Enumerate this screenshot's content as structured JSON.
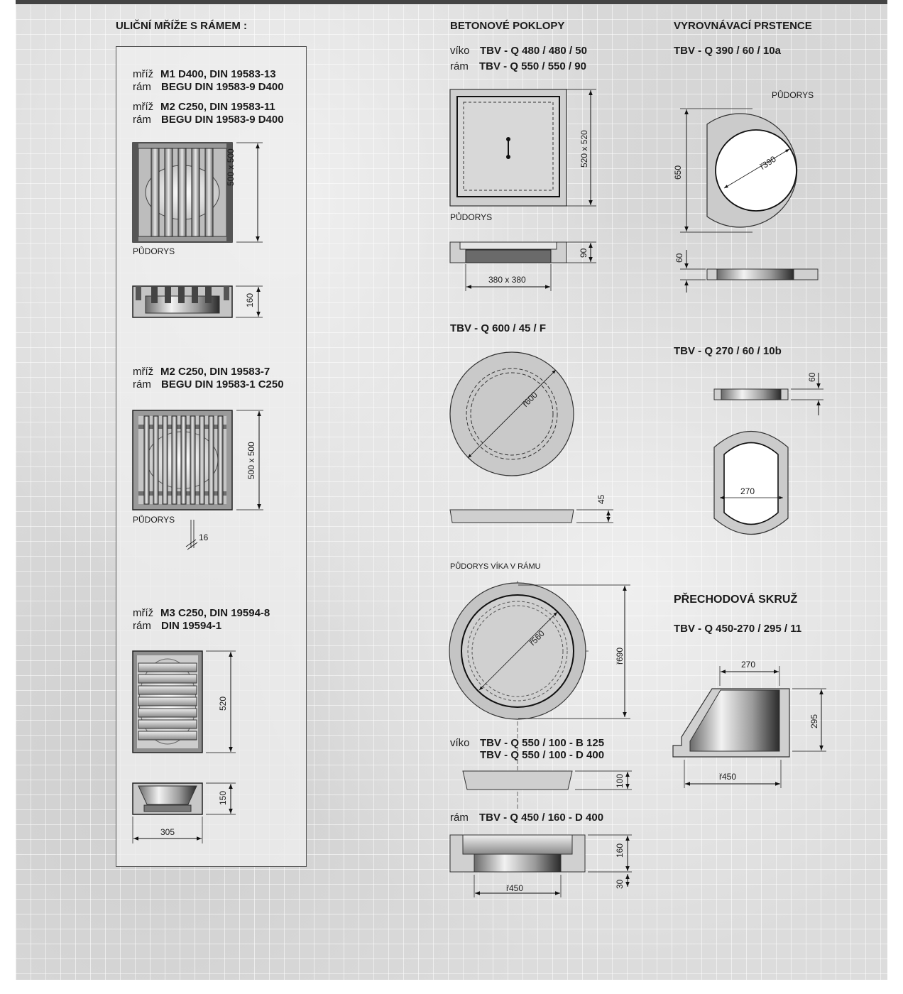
{
  "left": {
    "title": "ULIČNÍ MŘÍŽE S RÁMEM :",
    "g1": {
      "l1a": "mříž",
      "l1b": "M1 D400, DIN 19583-13",
      "l2a": "rám",
      "l2b": "BEGU  DIN 19583-9  D400",
      "l3a": "mříž",
      "l3b": "M2 C250, DIN 19583-11",
      "l4a": "rám",
      "l4b": "BEGU  DIN 19583-9  D400",
      "dim_plan": "500 x 500",
      "pudorys": "PŮDORYS",
      "dim_side": "160"
    },
    "g2": {
      "l1a": "mříž",
      "l1b": "M2 C250, DIN 19583-7",
      "l2a": "rám",
      "l2b": "BEGU  DIN 19583-1  C250",
      "dim_plan": "500 x 500",
      "pudorys": "PŮDORYS",
      "dim_bar": "16"
    },
    "g3": {
      "l1a": "mříž",
      "l1b": "M3 C250, DIN 19594-8",
      "l2a": "rám",
      "l2b": "DIN 19594-1",
      "dim_plan": "520",
      "dim_side": "150",
      "dim_width": "305"
    }
  },
  "middle": {
    "title": "BETONOVÉ POKLOPY",
    "s1": {
      "l1a": "víko",
      "l1b": "TBV - Q 480 / 480 / 50",
      "l2a": "rám",
      "l2b": "TBV - Q 550 / 550 / 90",
      "dim_plan": "520 x 520",
      "pudorys": "PŮDORYS",
      "dim_h": "90",
      "dim_w": "380 x 380"
    },
    "s2": {
      "title": "TBV - Q  600 / 45 / F",
      "dim_r": "ř600",
      "dim_h": "45"
    },
    "s3": {
      "pudorys": "PŮDORYS VÍKA V RÁMU",
      "dim_r": "ř560",
      "dim_outer": "ř690",
      "l1a": "víko",
      "l1b": "TBV - Q 550 / 100 - B 125",
      "l2b": "TBV - Q 550 / 100 - D 400",
      "dim_h": "100",
      "l3a": "rám",
      "l3b": "TBV - Q 450 / 160 - D 400",
      "dim_h2": "160",
      "dim_h3": "30",
      "dim_r2": "ř450"
    }
  },
  "right": {
    "title": "VYROVNÁVACÍ PRSTENCE",
    "s1": {
      "title": "TBV - Q  390 / 60 / 10a",
      "pudorys": "PŮDORYS",
      "dim_r": "ř390",
      "dim_h": "650",
      "dim_t": "60"
    },
    "s2": {
      "title": "TBV - Q  270 / 60 / 10b",
      "dim_t": "60",
      "dim_w": "270"
    },
    "s3": {
      "title": "PŘECHODOVÁ SKRUŽ",
      "sub": "TBV - Q  450-270 / 295 / 11",
      "dim_top": "270",
      "dim_h": "295",
      "dim_bot": "ř450"
    }
  }
}
